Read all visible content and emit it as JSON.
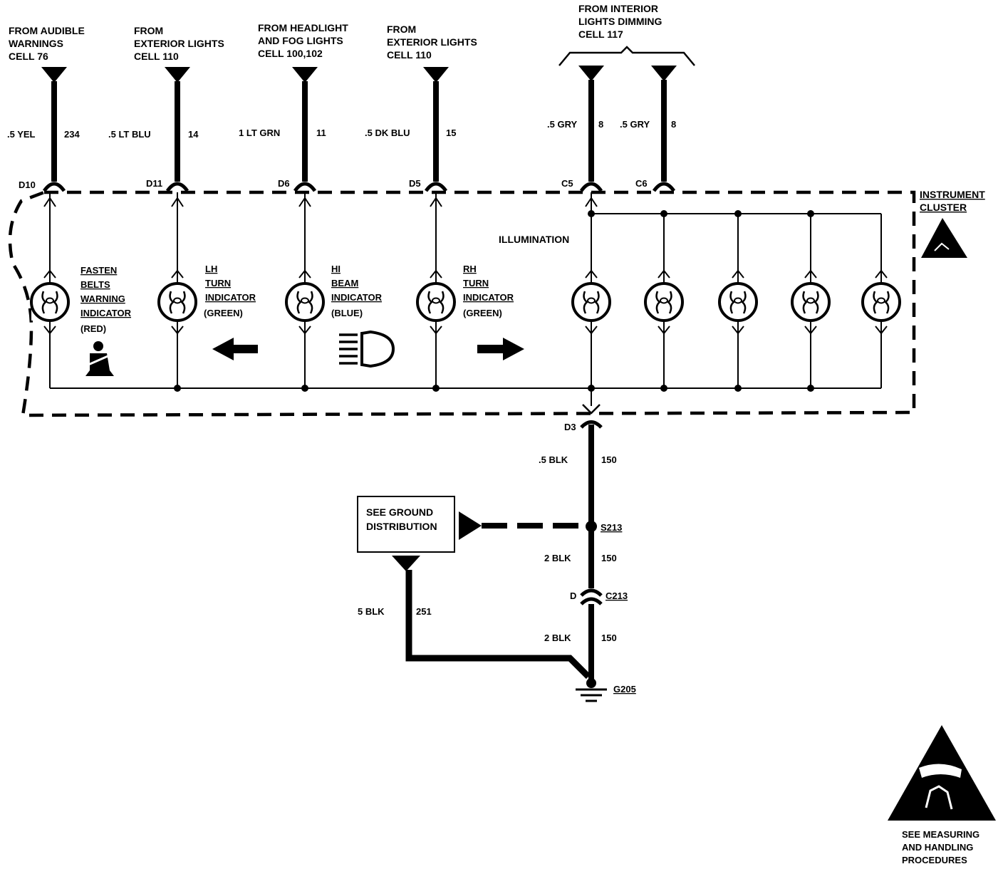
{
  "sources": [
    {
      "lines": [
        "FROM AUDIBLE",
        "WARNINGS",
        "CELL  76"
      ]
    },
    {
      "lines": [
        "FROM",
        "EXTERIOR LIGHTS",
        "CELL  110"
      ]
    },
    {
      "lines": [
        "FROM  HEADLIGHT",
        "AND  FOG  LIGHTS",
        "CELL  100,102"
      ]
    },
    {
      "lines": [
        "FROM",
        "EXTERIOR LIGHTS",
        "CELL  110"
      ]
    },
    {
      "lines": [
        "FROM INTERIOR",
        "LIGHTS DIMMING",
        "CELL  117"
      ]
    }
  ],
  "wires_top": [
    {
      "gauge_color": ".5  YEL",
      "circuit": "234",
      "connector": "D10"
    },
    {
      "gauge_color": ".5  LT  BLU",
      "circuit": "14",
      "connector": "D11"
    },
    {
      "gauge_color": "1  LT  GRN",
      "circuit": "11",
      "connector": "D6"
    },
    {
      "gauge_color": ".5  DK  BLU",
      "circuit": "15",
      "connector": "D5"
    },
    {
      "gauge_color": ".5 GRY",
      "circuit": "8",
      "connector": "C5"
    },
    {
      "gauge_color": ".5 GRY",
      "circuit": "8",
      "connector": "C6"
    }
  ],
  "cluster_label": [
    "INSTRUMENT",
    "CLUSTER"
  ],
  "illumination_label": "ILLUMINATION",
  "indicators": [
    {
      "lines": [
        "FASTEN",
        "BELTS",
        "WARNING",
        "INDICATOR"
      ],
      "color": "(RED)"
    },
    {
      "lines": [
        "LH",
        "TURN",
        "INDICATOR"
      ],
      "color": "(GREEN)"
    },
    {
      "lines": [
        "HI",
        "BEAM",
        "INDICATOR"
      ],
      "color": "(BLUE)"
    },
    {
      "lines": [
        "RH",
        "TURN",
        "INDICATOR"
      ],
      "color": "(GREEN)"
    }
  ],
  "bottom": {
    "connector_d3": "D3",
    "wire1": {
      "gauge_color": ".5  BLK",
      "circuit": "150"
    },
    "splice": "S213",
    "ground_box": [
      "SEE GROUND",
      "DISTRIBUTION"
    ],
    "wire2": {
      "gauge_color": "2  BLK",
      "circuit": "150"
    },
    "connector_c213_pin": "D",
    "connector_c213": "C213",
    "wire3": {
      "gauge_color": "2  BLK",
      "circuit": "150"
    },
    "wire4": {
      "gauge_color": "5  BLK",
      "circuit": "251"
    },
    "ground": "G205"
  },
  "esd_note": [
    "SEE MEASURING",
    "AND HANDLING",
    "PROCEDURES"
  ]
}
